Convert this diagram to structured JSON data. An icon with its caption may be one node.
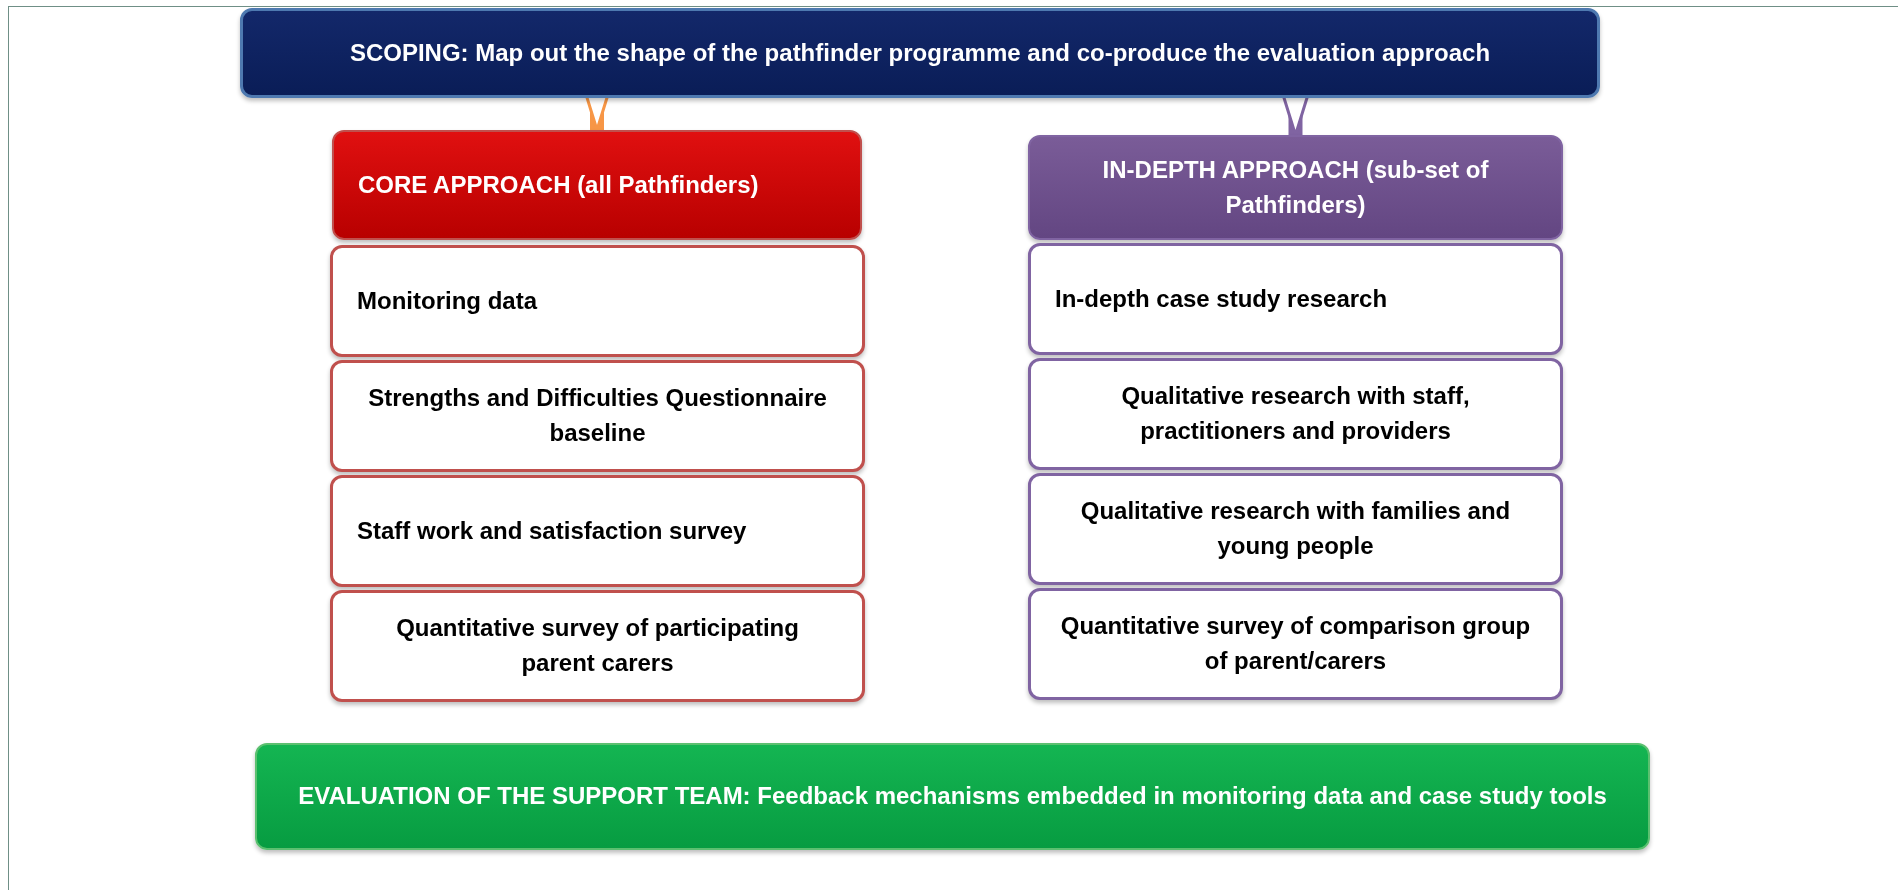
{
  "diagram": {
    "nodes": [
      {
        "text": [
          "SCOPING: Map out the shape of the pathfinder programme and co-produce the evaluation approach"
        ]
      },
      {
        "text": [
          "CORE APPROACH (all Pathfinders)"
        ]
      },
      {
        "text": [
          "Monitoring data"
        ]
      },
      {
        "text": [
          "Strengths and Difficulties Questionnaire baseline"
        ]
      },
      {
        "text": [
          "Staff work and satisfaction survey"
        ]
      },
      {
        "text": [
          "Quantitative survey of participating parent carers"
        ]
      },
      {
        "text": [
          "IN-DEPTH APPROACH (sub-set of Pathfinders)"
        ]
      },
      {
        "text": [
          "In-depth case study research"
        ]
      },
      {
        "text": [
          "Qualitative research with staff, practitioners and providers"
        ]
      },
      {
        "text": [
          "Qualitative research with families and young people"
        ]
      },
      {
        "text": [
          "Quantitative survey of comparison group of parent/carers"
        ]
      },
      {
        "text": [
          "EVALUATION OF THE SUPPORT TEAM: Feedback mechanisms embedded in monitoring data and case study tools"
        ]
      }
    ],
    "edges": [
      {
        "from": 0,
        "to": 1,
        "arrow": "to",
        "color": "#f79646"
      },
      {
        "from": 0,
        "to": 6,
        "arrow": "to",
        "color": "#8064a2"
      }
    ]
  }
}
